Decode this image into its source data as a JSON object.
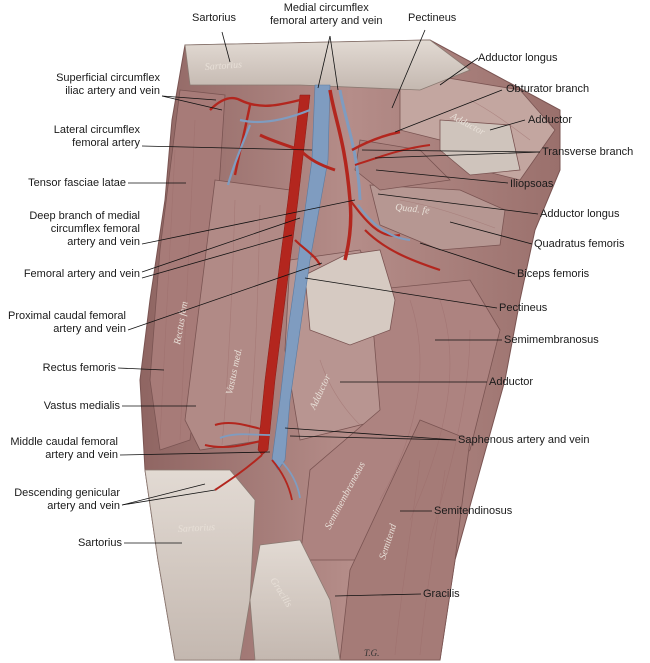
{
  "labels": {
    "sartorius_top": "Sartorius",
    "medial_circumflex": "Medial circumflex\nfemoral artery and vein",
    "pectineus_top": "Pectineus",
    "adductor_longus_top": "Adductor longus",
    "obturator_branch": "Obturator branch",
    "adductor_top": "Adductor",
    "transverse_branch": "Transverse branch",
    "iliopsoas": "Iliopsoas",
    "adductor_longus_mid": "Adductor longus",
    "quadratus_femoris": "Quadratus femoris",
    "biceps_femoris": "Biceps femoris",
    "pectineus_mid": "Pectineus",
    "semimembranosus": "Semimembranosus",
    "adductor_mid": "Adductor",
    "saphenous": "Saphenous artery and vein",
    "semitendinosus": "Semitendinosus",
    "gracilis": "Gracilis",
    "superficial_circumflex": "Superficial circumflex\niliac artery and vein",
    "lateral_circumflex": "Lateral circumflex\nfemoral artery",
    "tensor_fasciae_latae": "Tensor fasciae latae",
    "deep_branch": "Deep branch of medial\ncircumflex femoral\nartery and vein",
    "femoral": "Femoral artery and vein",
    "proximal_caudal": "Proximal caudal femoral\nartery and vein",
    "rectus_femoris": "Rectus femoris",
    "vastus_medialis": "Vastus medialis",
    "middle_caudal": "Middle caudal femoral\nartery and vein",
    "descending_genicular": "Descending genicular\nartery and vein",
    "sartorius_bottom": "Sartorius"
  },
  "muscle_marks": {
    "sartorius_upper": "Sartorius",
    "adductor_upper": "Adductor",
    "quad": "Quad. fe",
    "rectus": "Rectus fem",
    "vastus": "Vastus med.",
    "adductor_lower": "Adductor",
    "semimembranosus": "Semimembranosus",
    "sartorius_lower": "Sartorius",
    "semitend": "Semitend",
    "gracilis": "Gracilis"
  },
  "signature": "T.G.",
  "colors": {
    "muscle": "#b08683",
    "muscle_dark": "#8a5f5d",
    "muscle_light": "#c9a5a0",
    "fascia": "#d8cfc8",
    "artery": "#b3261e",
    "vein": "#7f9cc0",
    "leader": "#111111"
  }
}
